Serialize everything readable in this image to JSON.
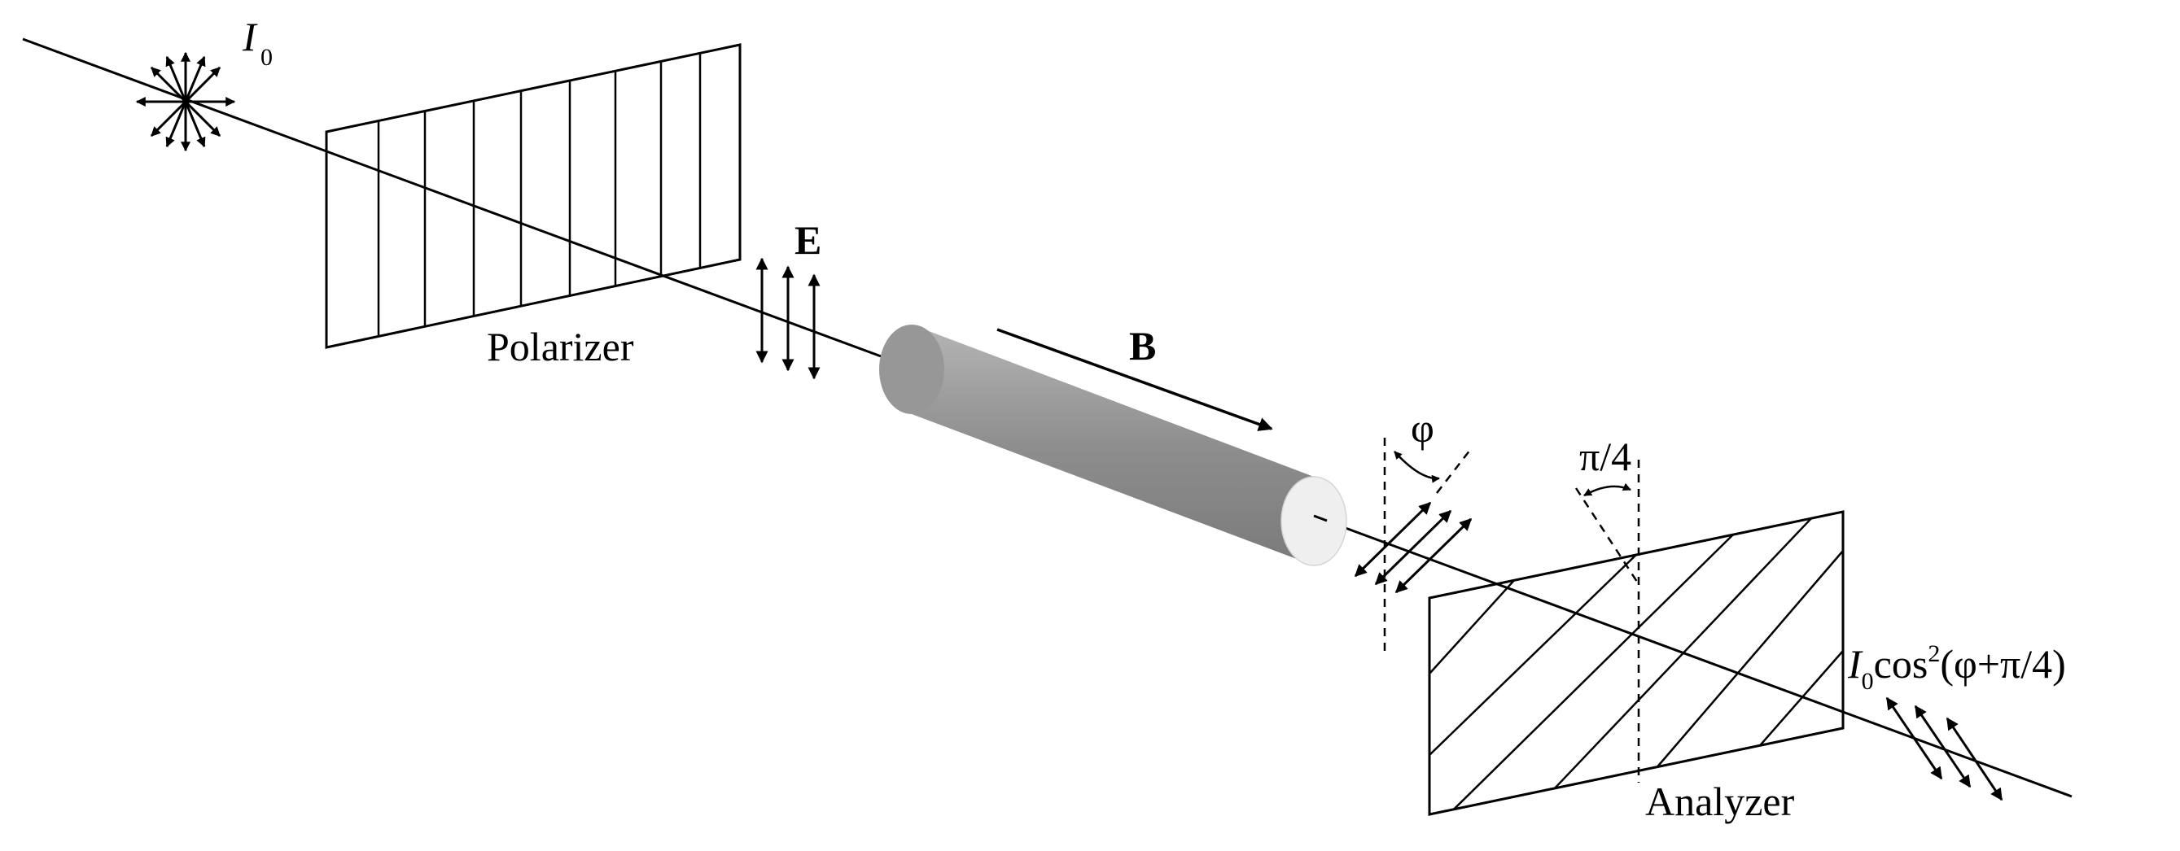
{
  "labels": {
    "source_symbol": "I",
    "source_subscript": "0",
    "polarizer": "Polarizer",
    "e_field": "E",
    "b_field": "B",
    "rotation_angle": "φ",
    "analyzer_angle": "π/4",
    "analyzer": "Analyzer",
    "output_symbol": "I",
    "output_subscript": "0",
    "output_cos": "cos",
    "output_exponent": "2",
    "output_argument": "(φ+π/4)"
  },
  "colors": {
    "line": "#000000",
    "rod_body": "#8a8a8a",
    "rod_face": "#f0f0f0"
  }
}
